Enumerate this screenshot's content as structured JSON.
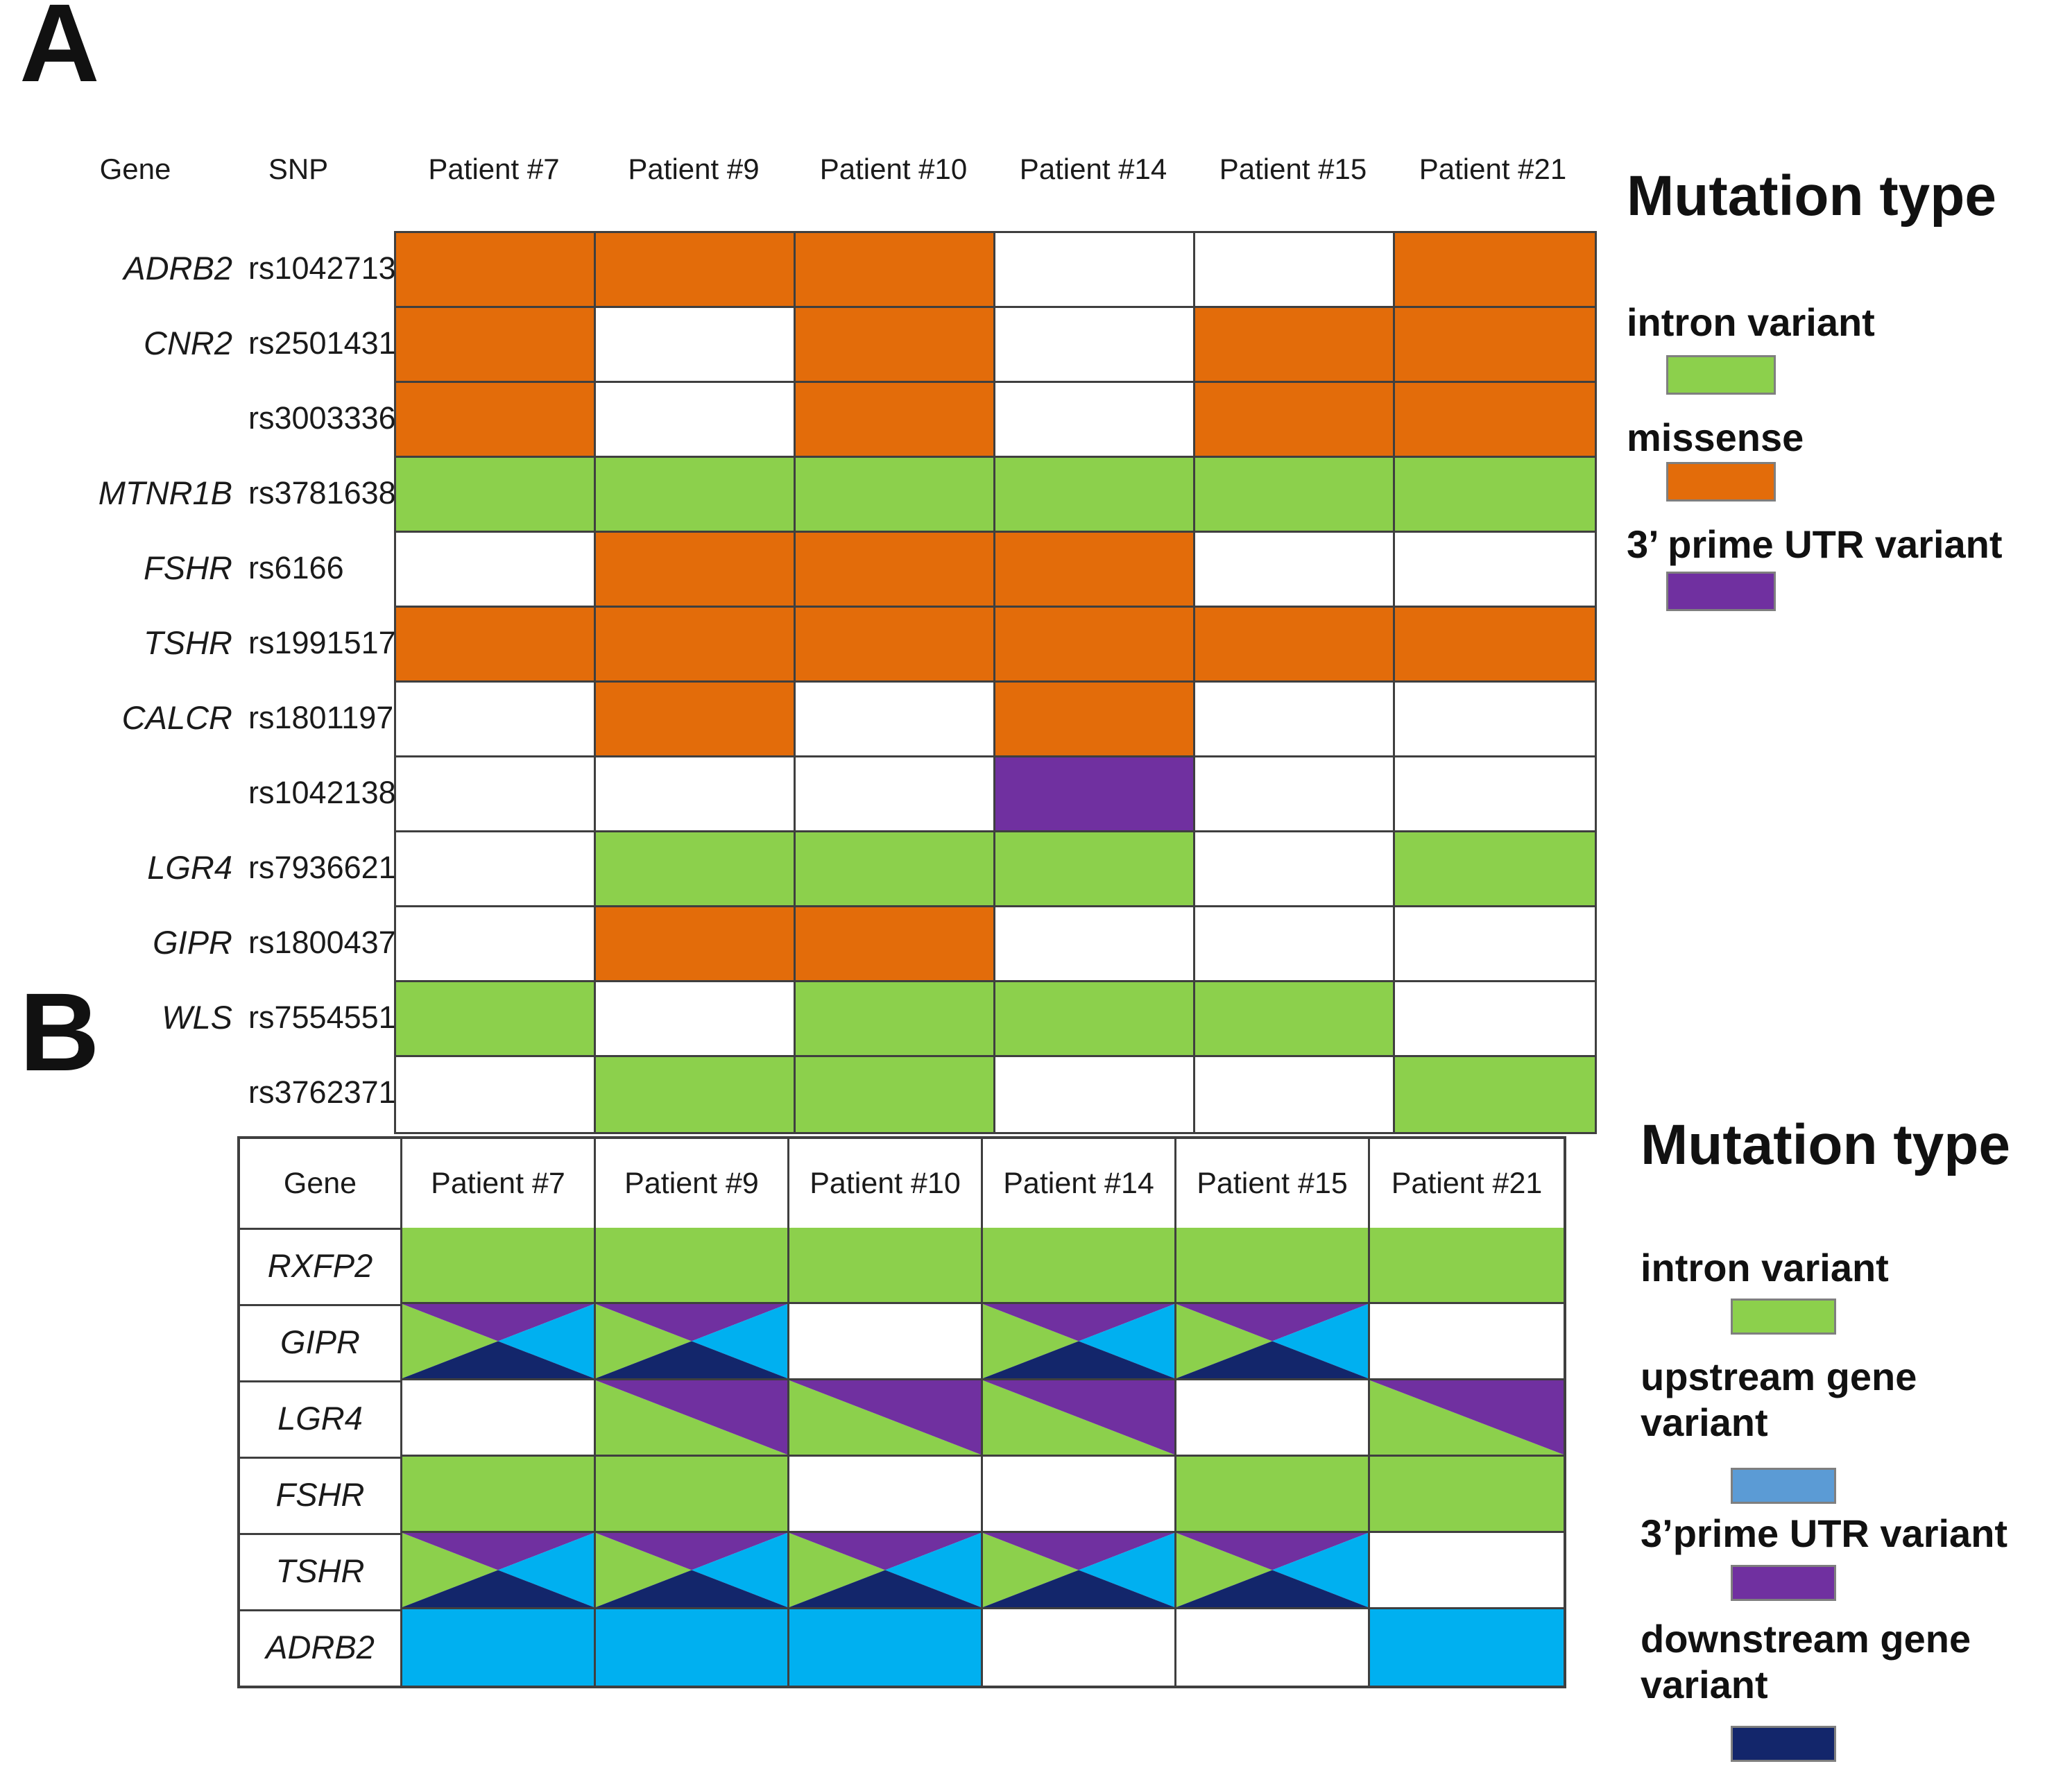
{
  "colors": {
    "intron": "#8cd04c",
    "missense": "#e36c0a",
    "utr3": "#7030a0",
    "upstream": "#00b0f0",
    "upstream_swatch": "#5b9bd5",
    "downstream": "#13266b",
    "grid_line": "#3f3f3f",
    "background": "#ffffff"
  },
  "chart_data": [
    {
      "type": "heatmap",
      "panel": "A",
      "corner_headers": [
        "Gene",
        "SNP"
      ],
      "columns": [
        "Patient #7",
        "Patient #9",
        "Patient #10",
        "Patient #14",
        "Patient #15",
        "Patient #21"
      ],
      "rows": [
        {
          "gene": "ADRB2",
          "snp": "rs1042713",
          "values": [
            "missense",
            "missense",
            "missense",
            "none",
            "none",
            "missense"
          ]
        },
        {
          "gene": "CNR2",
          "snp": "rs2501431",
          "values": [
            "missense",
            "none",
            "missense",
            "none",
            "missense",
            "missense"
          ]
        },
        {
          "gene": "",
          "snp": "rs3003336",
          "values": [
            "missense",
            "none",
            "missense",
            "none",
            "missense",
            "missense"
          ]
        },
        {
          "gene": "MTNR1B",
          "snp": "rs3781638",
          "values": [
            "intron",
            "intron",
            "intron",
            "intron",
            "intron",
            "intron"
          ]
        },
        {
          "gene": "FSHR",
          "snp": "rs6166",
          "values": [
            "none",
            "missense",
            "missense",
            "missense",
            "none",
            "none"
          ]
        },
        {
          "gene": "TSHR",
          "snp": "rs1991517",
          "values": [
            "missense",
            "missense",
            "missense",
            "missense",
            "missense",
            "missense"
          ]
        },
        {
          "gene": "CALCR",
          "snp": "rs1801197",
          "values": [
            "none",
            "missense",
            "none",
            "missense",
            "none",
            "none"
          ]
        },
        {
          "gene": "",
          "snp": "rs1042138",
          "values": [
            "none",
            "none",
            "none",
            "utr3",
            "none",
            "none"
          ]
        },
        {
          "gene": "LGR4",
          "snp": "rs7936621",
          "values": [
            "none",
            "intron",
            "intron",
            "intron",
            "none",
            "intron"
          ]
        },
        {
          "gene": "GIPR",
          "snp": "rs1800437",
          "values": [
            "none",
            "missense",
            "missense",
            "none",
            "none",
            "none"
          ]
        },
        {
          "gene": "WLS",
          "snp": "rs7554551",
          "values": [
            "intron",
            "none",
            "intron",
            "intron",
            "intron",
            "none"
          ]
        },
        {
          "gene": "",
          "snp": "rs3762371",
          "values": [
            "none",
            "intron",
            "intron",
            "none",
            "none",
            "intron"
          ]
        }
      ],
      "legend": {
        "title": "Mutation type",
        "items": [
          {
            "label": "intron variant",
            "color_key": "intron"
          },
          {
            "label": "missense",
            "color_key": "missense"
          },
          {
            "label": "3’ prime UTR variant",
            "color_key": "utr3"
          }
        ]
      }
    },
    {
      "type": "heatmap",
      "panel": "B",
      "gene_header": "Gene",
      "columns": [
        "Patient #7",
        "Patient #9",
        "Patient #10",
        "Patient #14",
        "Patient #15",
        "Patient #21"
      ],
      "rows": [
        {
          "gene": "RXFP2",
          "values": [
            [
              "intron"
            ],
            [
              "intron"
            ],
            [
              "intron"
            ],
            [
              "intron"
            ],
            [
              "intron"
            ],
            [
              "intron"
            ]
          ]
        },
        {
          "gene": "GIPR",
          "values": [
            [
              "intron",
              "utr3",
              "upstream",
              "downstream"
            ],
            [
              "intron",
              "utr3",
              "upstream",
              "downstream"
            ],
            [],
            [
              "intron",
              "utr3",
              "upstream",
              "downstream"
            ],
            [
              "intron",
              "utr3",
              "upstream",
              "downstream"
            ],
            []
          ]
        },
        {
          "gene": "LGR4",
          "values": [
            [],
            [
              "intron",
              "utr3"
            ],
            [
              "intron",
              "utr3"
            ],
            [
              "intron",
              "utr3"
            ],
            [],
            [
              "intron",
              "utr3"
            ]
          ]
        },
        {
          "gene": "FSHR",
          "values": [
            [
              "intron"
            ],
            [
              "intron"
            ],
            [],
            [],
            [
              "intron"
            ],
            [
              "intron"
            ]
          ]
        },
        {
          "gene": "TSHR",
          "values": [
            [
              "intron",
              "utr3",
              "upstream",
              "downstream"
            ],
            [
              "intron",
              "utr3",
              "upstream",
              "downstream"
            ],
            [
              "intron",
              "utr3",
              "upstream",
              "downstream"
            ],
            [
              "intron",
              "utr3",
              "upstream",
              "downstream"
            ],
            [
              "intron",
              "utr3",
              "upstream",
              "downstream"
            ],
            []
          ]
        },
        {
          "gene": "ADRB2",
          "values": [
            [
              "upstream"
            ],
            [
              "upstream"
            ],
            [
              "upstream"
            ],
            [],
            [],
            [
              "upstream"
            ]
          ]
        }
      ],
      "legend": {
        "title": "Mutation type",
        "items": [
          {
            "label": "intron variant",
            "color_key": "intron"
          },
          {
            "label": "upstream gene\nvariant",
            "color_key": "upstream_swatch"
          },
          {
            "label": "3’prime UTR variant",
            "color_key": "utr3"
          },
          {
            "label": "downstream gene\nvariant",
            "color_key": "downstream"
          }
        ]
      }
    }
  ]
}
